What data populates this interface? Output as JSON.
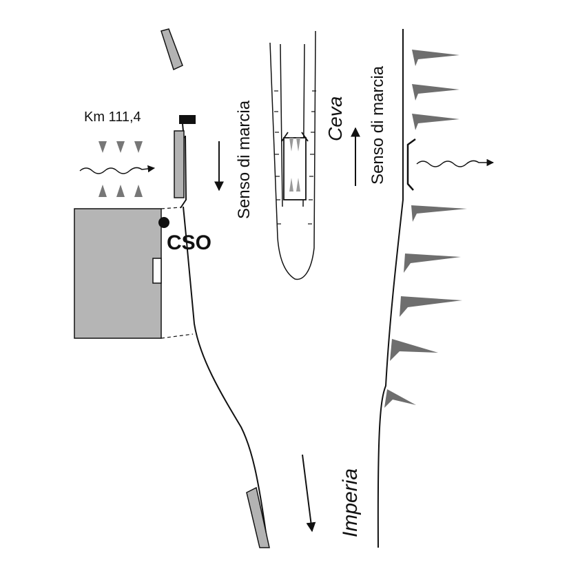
{
  "labels": {
    "km": "Km 111,4",
    "cso": "CSO",
    "senso_left": "Senso di marcia",
    "senso_right": "Senso di marcia",
    "ceva": "Ceva",
    "imperia": "Imperia"
  },
  "colors": {
    "line": "#111111",
    "fill_gray": "#b3b3b3",
    "building": "#b5b5b5",
    "tree": "#6e6e6e"
  },
  "icons": {
    "arrow": "straight-arrow",
    "wind": "wavy-arrow",
    "tree": "triangular-tree-symbol"
  }
}
